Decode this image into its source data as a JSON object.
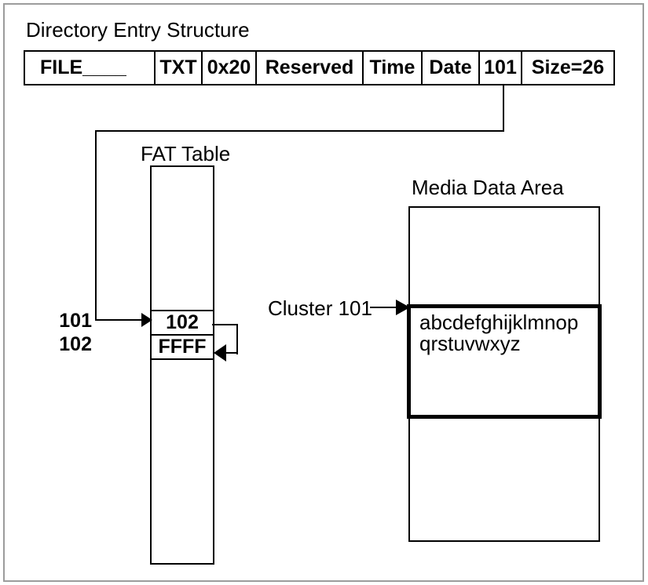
{
  "colors": {
    "frame": "#9c9c9c",
    "line": "#000000",
    "background": "#ffffff"
  },
  "title": "Directory Entry Structure",
  "directory_entry": {
    "cells": [
      "FILE____",
      "TXT",
      "0x20",
      "Reserved",
      "Time",
      "Date",
      "101",
      "Size=26"
    ]
  },
  "fat_table": {
    "label": "FAT Table",
    "row_labels": [
      "101",
      "102"
    ],
    "values": [
      "102",
      "FFFF"
    ]
  },
  "media": {
    "label": "Media Data Area",
    "cluster_pointer": "Cluster 101",
    "cluster_lines": [
      "abcdefghijklmnop",
      "qrstuvwxyz"
    ]
  }
}
